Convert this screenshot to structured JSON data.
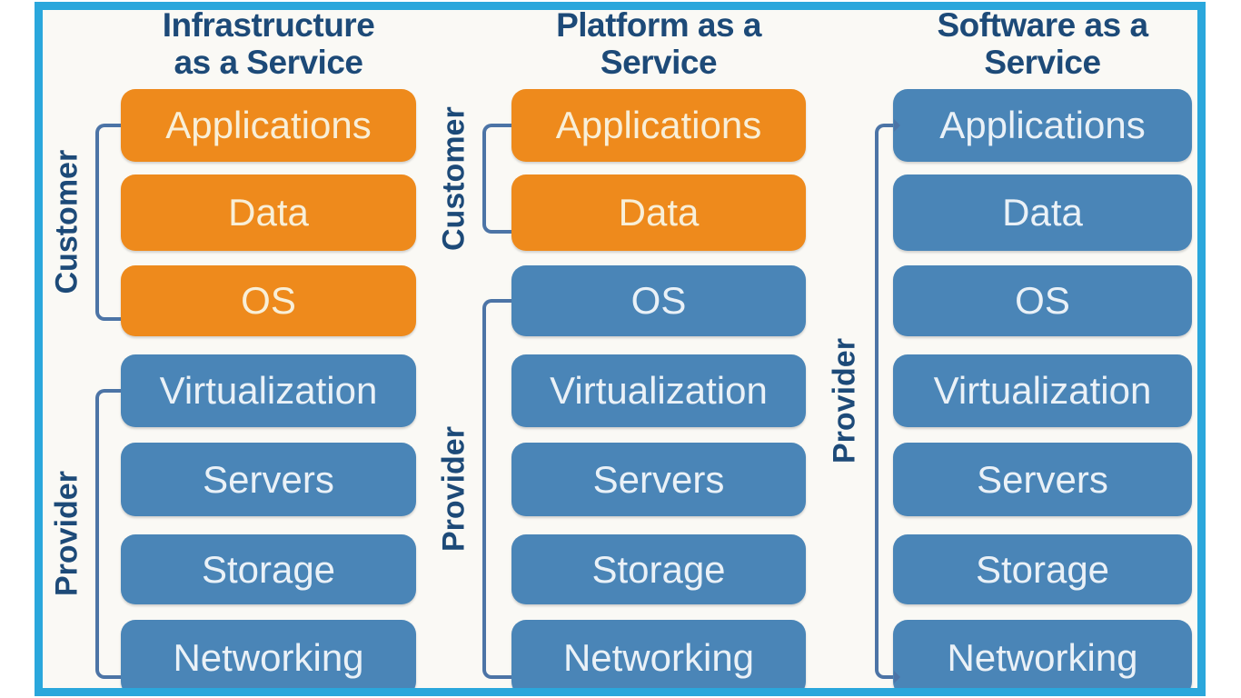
{
  "diagram": {
    "frame_color": "#2aa7dc",
    "background_color": "#faf9f5",
    "colors": {
      "customer": "#ee8a1c",
      "provider": "#4a85b7",
      "customer_box_text": "#f8efd8",
      "provider_box_text": "#eaf1f7",
      "title_text": "#1d4a78",
      "bracket": "#4c74a6"
    },
    "columns": [
      {
        "id": "iaas",
        "title": "Infrastructure as a Service",
        "title_lines": [
          "Infrastructure",
          "as a Service"
        ],
        "layers": [
          {
            "label": "Applications",
            "owner": "customer"
          },
          {
            "label": "Data",
            "owner": "customer"
          },
          {
            "label": "OS",
            "owner": "customer"
          },
          {
            "label": "Virtualization",
            "owner": "provider"
          },
          {
            "label": "Servers",
            "owner": "provider"
          },
          {
            "label": "Storage",
            "owner": "provider"
          },
          {
            "label": "Networking",
            "owner": "provider"
          }
        ],
        "brackets": [
          {
            "label": "Customer",
            "from": 0,
            "to": 2,
            "style": "plain"
          },
          {
            "label": "Provider",
            "from": 3,
            "to": 6,
            "style": "plain"
          }
        ]
      },
      {
        "id": "paas",
        "title": "Platform as a Service",
        "title_lines": [
          "Platform as a",
          "Service"
        ],
        "layers": [
          {
            "label": "Applications",
            "owner": "customer"
          },
          {
            "label": "Data",
            "owner": "customer"
          },
          {
            "label": "OS",
            "owner": "provider"
          },
          {
            "label": "Virtualization",
            "owner": "provider"
          },
          {
            "label": "Servers",
            "owner": "provider"
          },
          {
            "label": "Storage",
            "owner": "provider"
          },
          {
            "label": "Networking",
            "owner": "provider"
          }
        ],
        "brackets": [
          {
            "label": "Customer",
            "from": 0,
            "to": 1,
            "style": "plain"
          },
          {
            "label": "Provider",
            "from": 2,
            "to": 6,
            "style": "plain"
          }
        ]
      },
      {
        "id": "saas",
        "title": "Software as a Service",
        "title_lines": [
          "Software as a",
          "Service"
        ],
        "layers": [
          {
            "label": "Applications",
            "owner": "provider"
          },
          {
            "label": "Data",
            "owner": "provider"
          },
          {
            "label": "OS",
            "owner": "provider"
          },
          {
            "label": "Virtualization",
            "owner": "provider"
          },
          {
            "label": "Servers",
            "owner": "provider"
          },
          {
            "label": "Storage",
            "owner": "provider"
          },
          {
            "label": "Networking",
            "owner": "provider"
          }
        ],
        "brackets": [
          {
            "label": "Provider",
            "from": 0,
            "to": 6,
            "style": "arrow"
          }
        ]
      }
    ]
  }
}
